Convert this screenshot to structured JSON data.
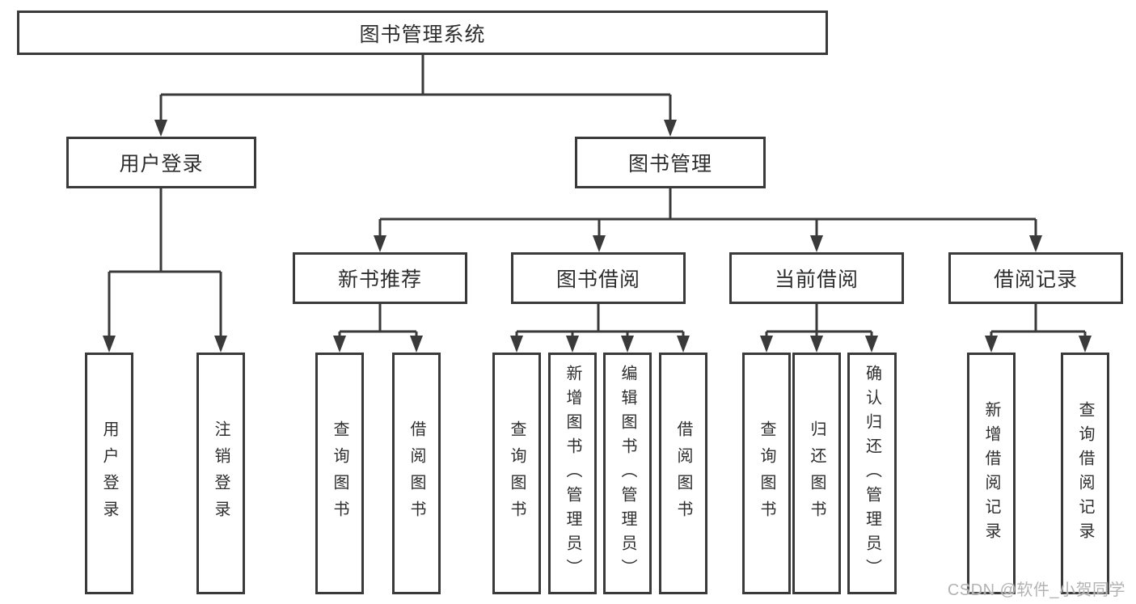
{
  "colors": {
    "line": "#3a3a3a",
    "text": "#2e2e2e",
    "node_bg": "#ffffff",
    "background": "#ffffff",
    "watermark": "#b3b3b3"
  },
  "diagram": {
    "root": {
      "label": "图书管理系统"
    },
    "branches": [
      {
        "label": "用户登录",
        "leaves": [
          "用户登录",
          "注销登录"
        ]
      },
      {
        "label": "图书管理",
        "groups": [
          {
            "label": "新书推荐",
            "leaves": [
              "查询图书",
              "借阅图书"
            ]
          },
          {
            "label": "图书借阅",
            "leaves": [
              "查询图书",
              "新增图书（管理员）",
              "编辑图书（管理员）",
              "借阅图书"
            ]
          },
          {
            "label": "当前借阅",
            "leaves": [
              "查询图书",
              "归还图书",
              "确认归还（管理员）"
            ]
          },
          {
            "label": "借阅记录",
            "leaves": [
              "新增借阅记录",
              "查询借阅记录"
            ]
          }
        ]
      }
    ]
  },
  "watermark": {
    "text": "CSDN @软件_小贺同学"
  }
}
